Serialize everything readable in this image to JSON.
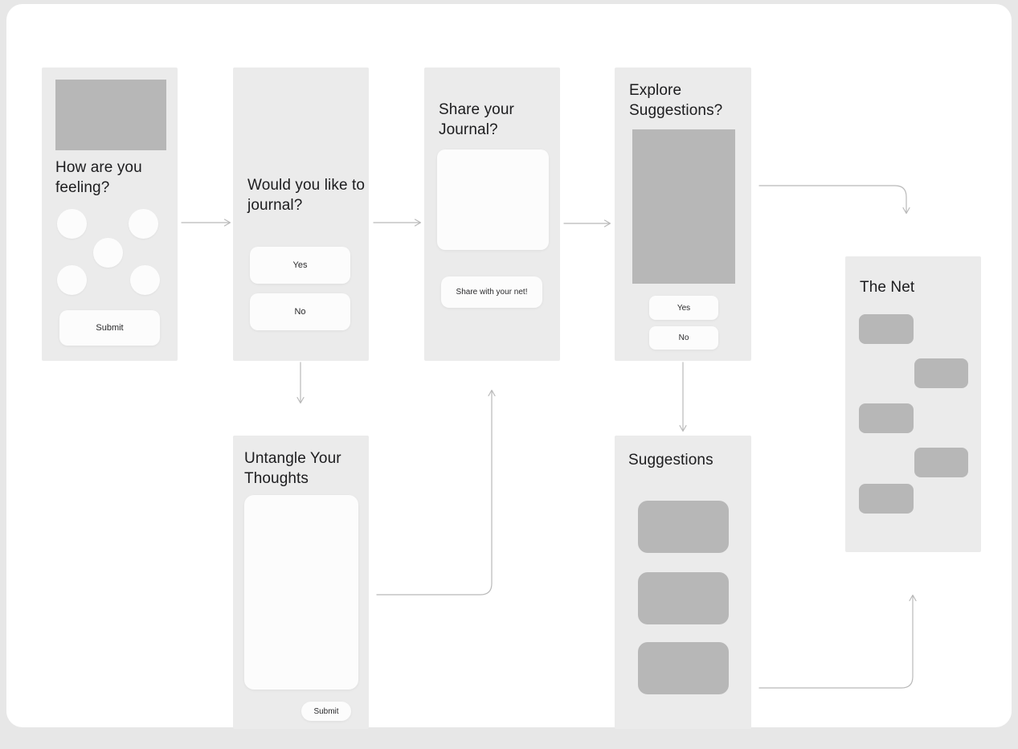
{
  "colors": {
    "page_bg": "#e7e7e7",
    "canvas_bg": "#ffffff",
    "panel_bg": "#ebebeb",
    "placeholder_gray": "#b7b7b7",
    "surface_white": "#fcfcfc",
    "arrow_gray": "#b9b9b9",
    "text": "#1c1c1e"
  },
  "panels": {
    "mood": {
      "title": "How are you feeling?",
      "submit_label": "Submit",
      "mood_option_count": 5
    },
    "journal_prompt": {
      "title": "Would you like to journal?",
      "yes_label": "Yes",
      "no_label": "No"
    },
    "share_journal": {
      "title": "Share your Journal?",
      "textarea_value": "",
      "share_label": "Share with your net!"
    },
    "explore": {
      "title": "Explore Suggestions?",
      "yes_label": "Yes",
      "no_label": "No"
    },
    "untangle": {
      "title": "Untangle Your Thoughts",
      "textarea_value": "",
      "submit_label": "Submit"
    },
    "suggestions": {
      "title": "Suggestions",
      "card_count": 3
    },
    "net": {
      "title": "The Net",
      "message_count": 5
    }
  }
}
